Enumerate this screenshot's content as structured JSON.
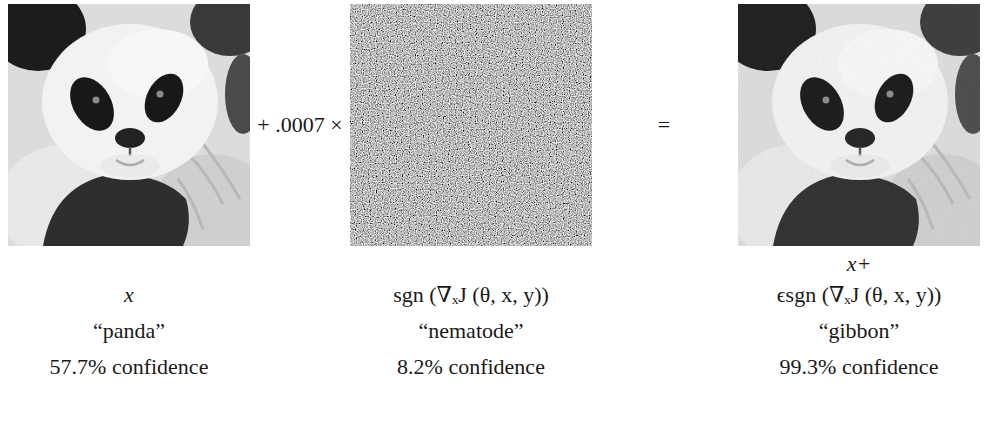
{
  "diagram": {
    "labels": [
      "+ .0007 ×",
      "=",
      "x",
      "“panda”",
      "57.7% confidence",
      "sgn (∇ₓJ (θ, x, y))",
      "“nematode”",
      "8.2% confidence",
      "x+",
      "ϵsgn (∇ₓJ (θ, x, y))",
      "“gibbon”",
      "99.3% confidence"
    ]
  }
}
